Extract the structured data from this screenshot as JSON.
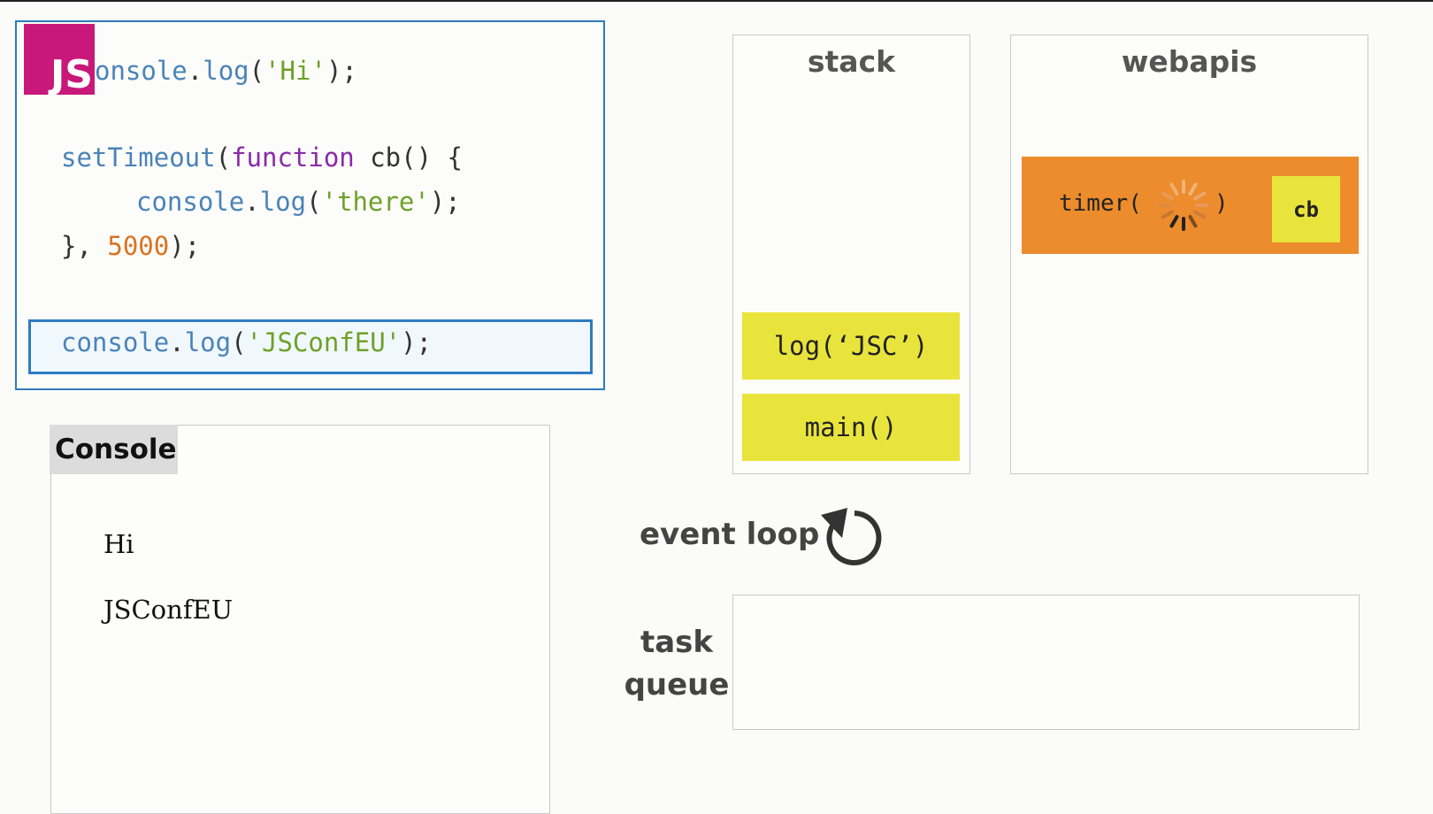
{
  "code": {
    "line1": [
      {
        "t": "onsole",
        "c": "fn"
      },
      {
        "t": ".",
        "c": "punc"
      },
      {
        "t": "log",
        "c": "fn"
      },
      {
        "t": "(",
        "c": "punc"
      },
      {
        "t": "'Hi'",
        "c": "str"
      },
      {
        "t": ");",
        "c": "punc"
      }
    ],
    "line2": [
      {
        "t": "setTimeout",
        "c": "fn"
      },
      {
        "t": "(",
        "c": "punc"
      },
      {
        "t": "function",
        "c": "kw"
      },
      {
        "t": " cb() {",
        "c": "punc"
      }
    ],
    "line3": [
      {
        "t": "console",
        "c": "fn"
      },
      {
        "t": ".",
        "c": "punc"
      },
      {
        "t": "log",
        "c": "fn"
      },
      {
        "t": "(",
        "c": "punc"
      },
      {
        "t": "'there'",
        "c": "str"
      },
      {
        "t": ");",
        "c": "punc"
      }
    ],
    "line4": [
      {
        "t": "}, ",
        "c": "punc"
      },
      {
        "t": "5000",
        "c": "num"
      },
      {
        "t": ");",
        "c": "punc"
      }
    ],
    "line5": [
      {
        "t": "console",
        "c": "fn"
      },
      {
        "t": ".",
        "c": "punc"
      },
      {
        "t": "log",
        "c": "fn"
      },
      {
        "t": "(",
        "c": "punc"
      },
      {
        "t": "'JSConfEU'",
        "c": "str"
      },
      {
        "t": ");",
        "c": "punc"
      }
    ],
    "logo_text": "JS"
  },
  "console": {
    "label": "Console",
    "output": [
      "Hi",
      "JSConfEU"
    ]
  },
  "stack": {
    "title": "stack",
    "frames": [
      "log(‘JSC’)",
      "main()"
    ]
  },
  "webapis": {
    "title": "webapis",
    "timer_text": "timer(",
    "timer_close": ")",
    "callback": "cb"
  },
  "event_loop": {
    "label": "event loop",
    "icon": "circular-arrow-icon"
  },
  "task_queue": {
    "label_line1": "task",
    "label_line2": "queue"
  },
  "colors": {
    "js_logo": "#c8187a",
    "frame_yellow": "#e9e43c",
    "timer_orange": "#ec8c2c",
    "code_border": "#2e7bc0"
  }
}
